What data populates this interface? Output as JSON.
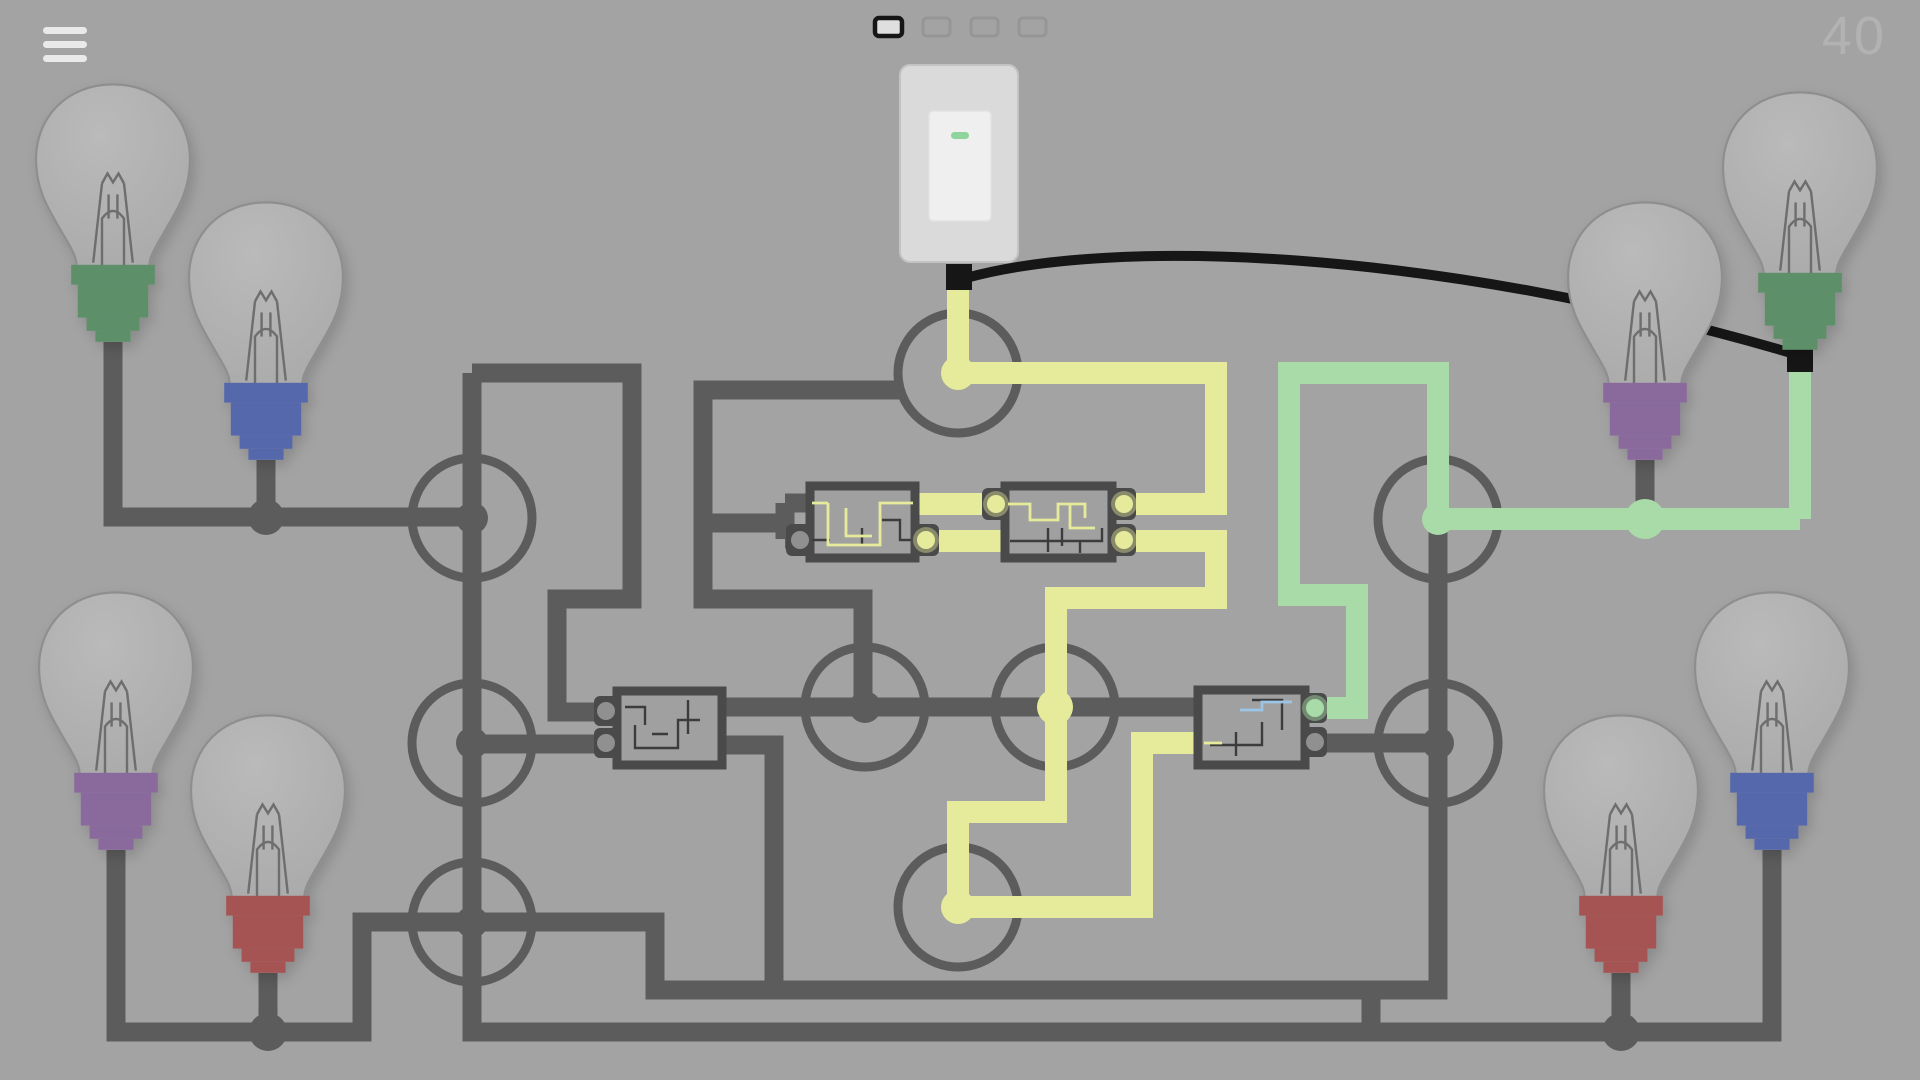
{
  "hud": {
    "level": "40",
    "menu_icon": "hamburger",
    "progress": {
      "total": 4,
      "active_index": 0
    }
  },
  "switch": {
    "state": "on",
    "type": "rocker-light-switch"
  },
  "colors": {
    "bg": "#a3a3a3",
    "wire": "#5c5c5c",
    "yellow": "#e6eb9b",
    "green": "#a8dba7",
    "cable": "#161616",
    "glass-stroke": "#8e8e8e",
    "filament": "#6e6e6e",
    "base-green": "#5d8f68",
    "base-blue": "#5767ac",
    "base-purple": "#8a6b9d",
    "base-red": "#a65252",
    "plate": "#dadada",
    "plate-border": "#c3c3c3",
    "rocker": "#efefef",
    "indicator": "#8fd49b",
    "chip-fill": "#a0a0a0",
    "chip-border": "#4a4a4a",
    "pad": "#909090",
    "trace": "#3c3c3c",
    "trace-blue": "#9cc4e4",
    "hud": "#e9e9e9",
    "pip-ghost": "#8a8a8a",
    "level-text": "#b2b2b2"
  },
  "bulbs": [
    {
      "id": "top-left-far",
      "base_color": "green",
      "lit": false
    },
    {
      "id": "top-left-near",
      "base_color": "blue",
      "lit": false
    },
    {
      "id": "top-right-near",
      "base_color": "purple",
      "lit": false
    },
    {
      "id": "top-right-far",
      "base_color": "green",
      "lit": false
    },
    {
      "id": "bottom-left-far",
      "base_color": "purple",
      "lit": false
    },
    {
      "id": "bottom-left-near",
      "base_color": "red",
      "lit": false
    },
    {
      "id": "bottom-right-near",
      "base_color": "red",
      "lit": false
    },
    {
      "id": "bottom-right-far",
      "base_color": "blue",
      "lit": false
    }
  ],
  "junction_nodes": [
    {
      "id": "node-a",
      "dot": "gray"
    },
    {
      "id": "node-b",
      "dot": "gray"
    },
    {
      "id": "node-c",
      "dot": "gray"
    },
    {
      "id": "node-d",
      "dot": "gray"
    },
    {
      "id": "node-switch",
      "dot": "yellow"
    },
    {
      "id": "node-y2",
      "dot": "yellow"
    },
    {
      "id": "node-y3",
      "dot": "yellow"
    },
    {
      "id": "node-g1",
      "dot": "green"
    },
    {
      "id": "node-g2",
      "dot": "gray"
    }
  ],
  "tap_junctions": [
    {
      "id": "tap-blue-top-left",
      "state": "off"
    },
    {
      "id": "tap-purple-top-right",
      "state": "on-green"
    },
    {
      "id": "tap-red-bottom-left",
      "state": "off"
    },
    {
      "id": "tap-red-bottom-right",
      "state": "off"
    }
  ],
  "chips": [
    {
      "id": "chip-1",
      "inputs": [
        "off",
        "off"
      ],
      "outputs": [
        "on-yellow",
        "on-yellow"
      ]
    },
    {
      "id": "chip-2",
      "inputs": [
        "on-yellow",
        "on-yellow"
      ],
      "outputs": [
        "on-yellow",
        "on-yellow"
      ]
    },
    {
      "id": "chip-3",
      "inputs": [
        "off",
        "off"
      ],
      "outputs": [
        "off",
        "off"
      ]
    },
    {
      "id": "chip-4",
      "inputs": [
        "off",
        "on-yellow"
      ],
      "outputs": [
        "on-green",
        "off"
      ]
    }
  ],
  "wire_states": {
    "gray": "unpowered",
    "yellow": "powered-from-switch",
    "green": "powered-branch",
    "black_cable": "switch-to-terminal"
  }
}
